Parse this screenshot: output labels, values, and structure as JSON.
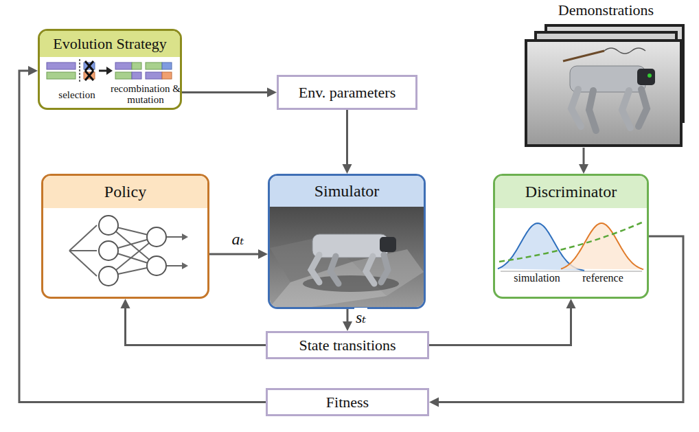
{
  "diagram": {
    "nodes": [
      {
        "text": [
          "Evolution Strategy",
          "selection",
          "recombination & mutation"
        ]
      },
      {
        "text": [
          "Env. parameters"
        ]
      },
      {
        "text": [
          "Demonstrations"
        ]
      },
      {
        "text": [
          "Policy"
        ]
      },
      {
        "text": [
          "Simulator"
        ]
      },
      {
        "text": [
          "Discriminator",
          "simulation",
          "reference"
        ]
      },
      {
        "text": [
          "State transitions"
        ]
      },
      {
        "text": [
          "Fitness"
        ]
      }
    ],
    "edges": [
      {
        "from": 0,
        "to": 1,
        "arrow": "to"
      },
      {
        "from": 1,
        "to": 4,
        "arrow": "to"
      },
      {
        "from": 2,
        "to": 5,
        "arrow": "to"
      },
      {
        "from": 3,
        "to": 4,
        "label": "aₜ",
        "arrow": "to"
      },
      {
        "from": 4,
        "to": 6,
        "label": "sₜ",
        "arrow": "to"
      },
      {
        "from": 6,
        "to": 3,
        "arrow": "to"
      },
      {
        "from": 6,
        "to": 5,
        "arrow": "to"
      },
      {
        "from": 5,
        "to": 7,
        "arrow": "to"
      },
      {
        "from": 7,
        "to": 0,
        "arrow": "to"
      }
    ]
  }
}
